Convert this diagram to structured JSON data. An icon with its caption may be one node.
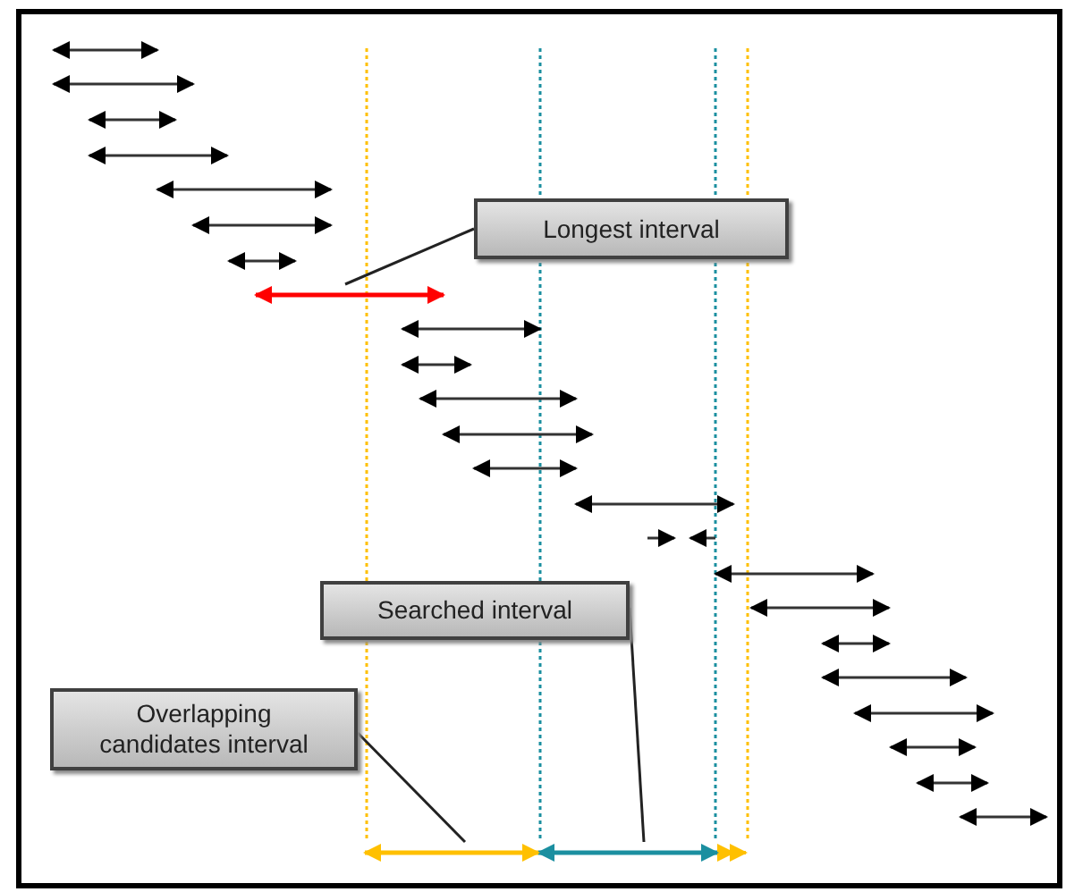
{
  "diagram": {
    "nodes": [
      {
        "text": [
          "Longest interval"
        ]
      },
      {
        "text": [],
        "shape": "bar"
      },
      {
        "text": [
          "Searched interval"
        ]
      },
      {
        "text": [],
        "shape": "bar"
      },
      {
        "text": [
          "Overlapping candidates interval"
        ]
      },
      {
        "text": [],
        "shape": "bar"
      }
    ],
    "edges": [
      {
        "from": 0,
        "to": 1,
        "arrow": "none"
      },
      {
        "from": 2,
        "to": 3,
        "arrow": "none"
      },
      {
        "from": 4,
        "to": 5,
        "arrow": "none"
      }
    ]
  }
}
